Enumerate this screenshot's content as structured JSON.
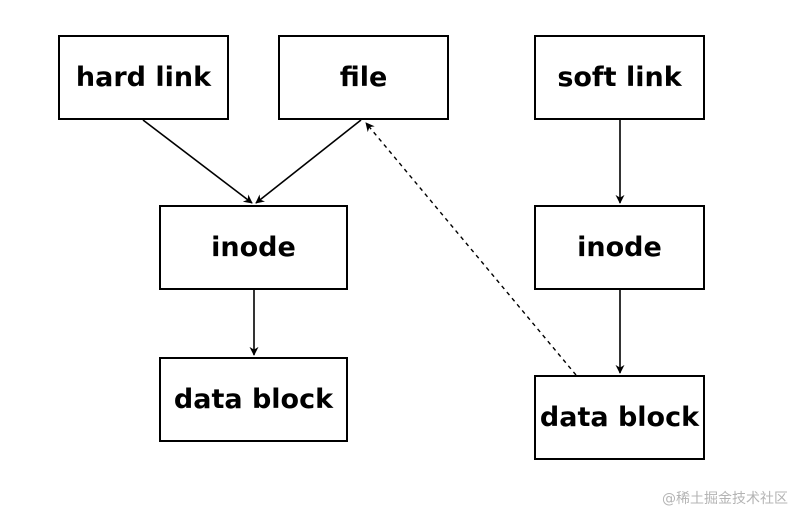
{
  "diagram": {
    "nodes": {
      "hard_link": "hard link",
      "file": "file",
      "soft_link": "soft link",
      "inode_hard": "inode",
      "inode_soft": "inode",
      "data_block_hard": "data block",
      "data_block_soft": "data block"
    },
    "edges": [
      {
        "from": "hard link",
        "to": "inode",
        "style": "solid"
      },
      {
        "from": "file",
        "to": "inode",
        "style": "solid"
      },
      {
        "from": "inode",
        "to": "data block",
        "style": "solid"
      },
      {
        "from": "soft link",
        "to": "inode",
        "style": "solid"
      },
      {
        "from": "inode",
        "to": "data block",
        "style": "solid"
      },
      {
        "from": "data block",
        "to": "file",
        "style": "dashed"
      }
    ],
    "colors": {
      "stroke": "#000000",
      "background": "#ffffff",
      "watermark": "#b4b4b4"
    }
  },
  "watermark": "@稀土掘金技术社区"
}
